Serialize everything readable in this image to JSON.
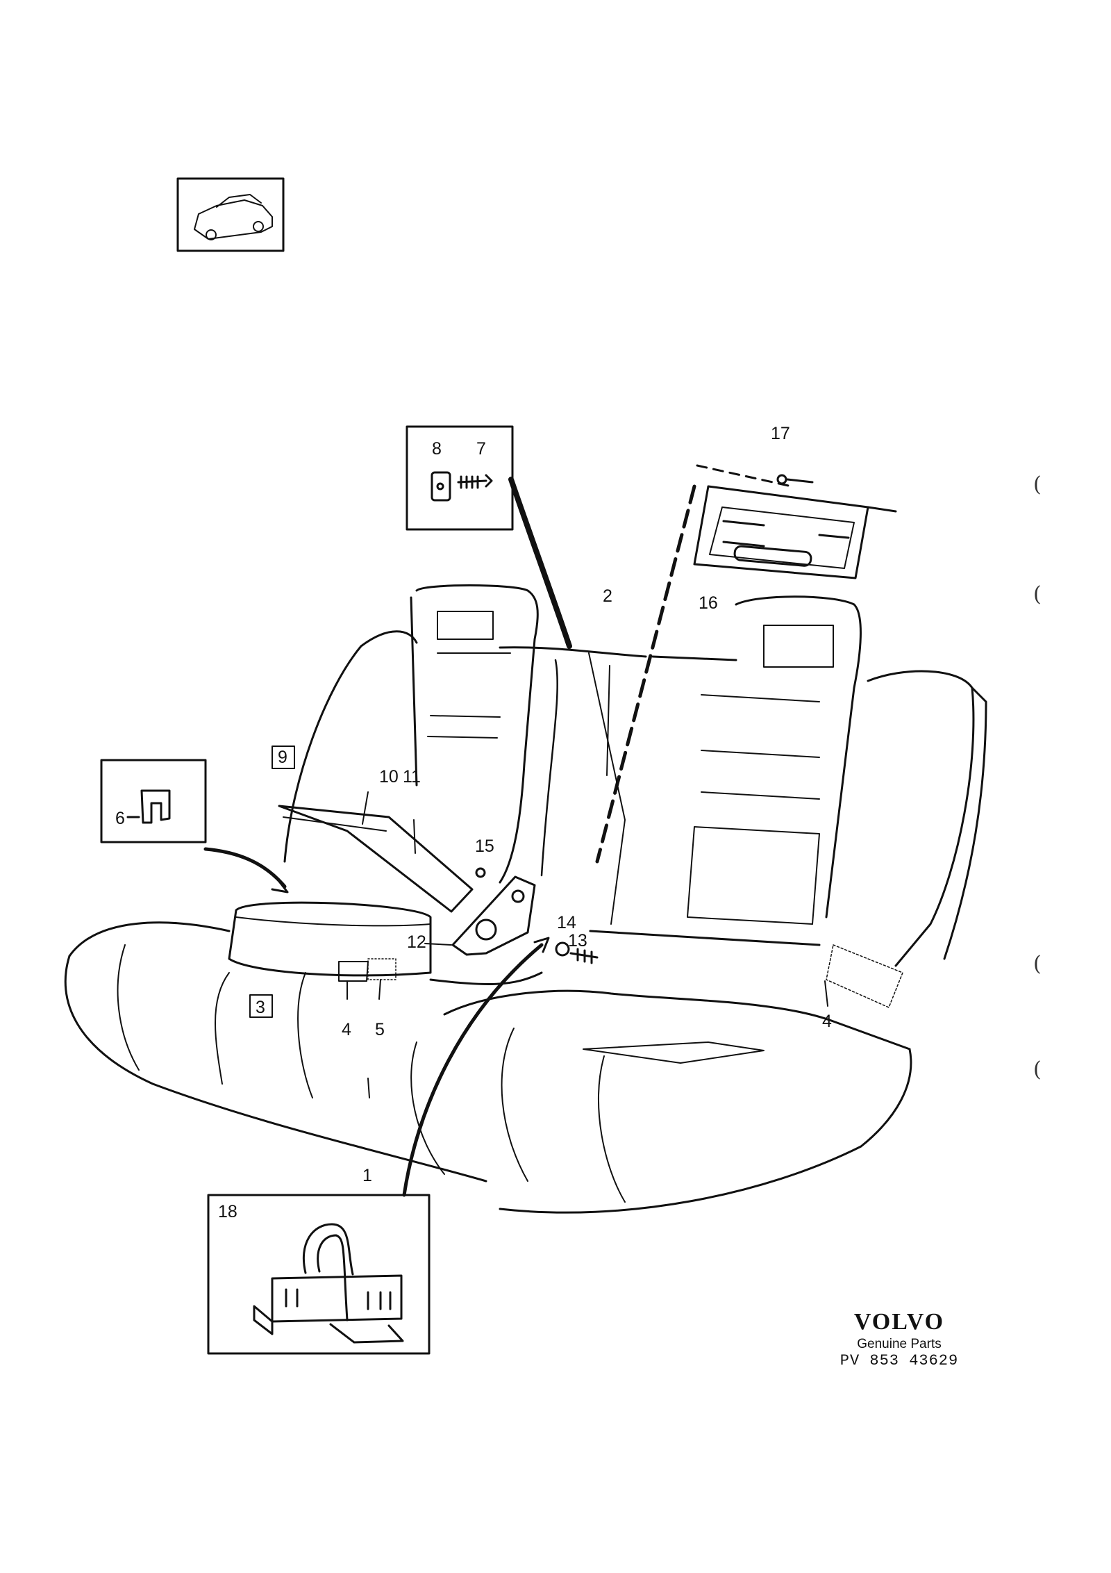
{
  "labels": {
    "p1": "1",
    "p2": "2",
    "p3": "3",
    "p4a": "4",
    "p4b": "4",
    "p5": "5",
    "p6": "6",
    "p7": "7",
    "p8": "8",
    "p9": "9",
    "p10": "10",
    "p11": "11",
    "p12": "12",
    "p13": "13",
    "p14": "14",
    "p15": "15",
    "p16": "16",
    "p17": "17",
    "p18": "18"
  },
  "brand": {
    "name": "VOLVO",
    "subtitle": "Genuine Parts",
    "code": "PV 853 43629"
  },
  "margin_marks": [
    "(",
    "(",
    "(",
    "("
  ],
  "icons": [
    "car-thumbnail-icon",
    "clip-icon",
    "screw-icon",
    "bracket-icon",
    "spring-clip-icon",
    "hinge-icon",
    "wire-frame-icon"
  ]
}
